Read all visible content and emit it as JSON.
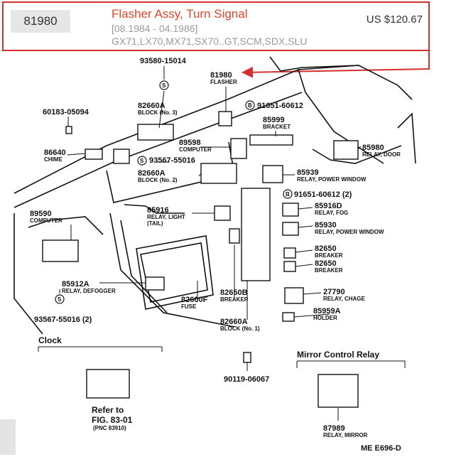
{
  "part": {
    "number": "81980",
    "title": "Flasher Assy, Turn Signal",
    "description": "[08.1984 - 04.1986] GX71,LX70,MX71,SX70..GT,SCM,SDX,SLU",
    "price": "US $120.67"
  },
  "colors": {
    "accent": "#d32f2f",
    "title": "#d9472b",
    "ink": "#111111"
  },
  "diagram": {
    "callouts": {
      "c93580": "93580-15014",
      "c81980": "81980",
      "c81980_name": "FLASHER",
      "c91651a": "91651-60612",
      "c82660a_top": "82660A",
      "c82660a_top_name": "BLOCK (No. 3)",
      "c60183": "60183-05094",
      "c85999": "85999",
      "c85999_name": "BRACKET",
      "c85980": "85980",
      "c85980_name": "RELAY, DOOR",
      "c89598": "89598",
      "c89598_name": "COMPUTER",
      "c86640": "86640",
      "c86640_name": "CHIME",
      "c93567a": "93567-55016",
      "c82660a_mid": "82660A",
      "c82660a_mid_name": "BLOCK (No. 2)",
      "c85939": "85939",
      "c85939_name": "RELAY, POWER WINDOW",
      "c91651b": "91651-60612 (2)",
      "c89590": "89590",
      "c89590_name": "COMPUTER",
      "c85916": "85916",
      "c85916_name1": "RELAY, LIGHT",
      "c85916_name2": "(TAIL)",
      "c85916d": "85916D",
      "c85916d_name": "RELAY, FOG",
      "c85930": "85930",
      "c85930_name": "RELAY, POWER WINDOW",
      "c82650a": "82650",
      "c82650a_name": "BREAKER",
      "c82650b": "82650",
      "c82650b_name": "BREAKER",
      "c85912a": "85912A",
      "c85912a_name": "RELAY, DEFOGGER",
      "c27790": "27790",
      "c27790_name": "RELAY, CHAGE",
      "c82600f": "82600F",
      "c82600f_name": "FUSE",
      "c82650b2": "82650B",
      "c82650b2_name": "BREAKER",
      "c85959a": "85959A",
      "c85959a_name": "HOLDER",
      "c93567b": "93567-55016 (2)",
      "c82660a_bot": "82660A",
      "c82660a_bot_name": "BLOCK (No. 1)",
      "c90119": "90119-06067",
      "c87989": "87989",
      "c87989_name": "RELAY, MIRROR",
      "s_marker": "S",
      "b_marker": "B"
    },
    "sections": {
      "clock": "Clock",
      "mirror": "Mirror Control Relay",
      "refer1": "Refer to",
      "refer2": "FIG. 83-01",
      "refer3": "(PNC 83910)"
    },
    "footer_code": "ME  E696-D"
  }
}
